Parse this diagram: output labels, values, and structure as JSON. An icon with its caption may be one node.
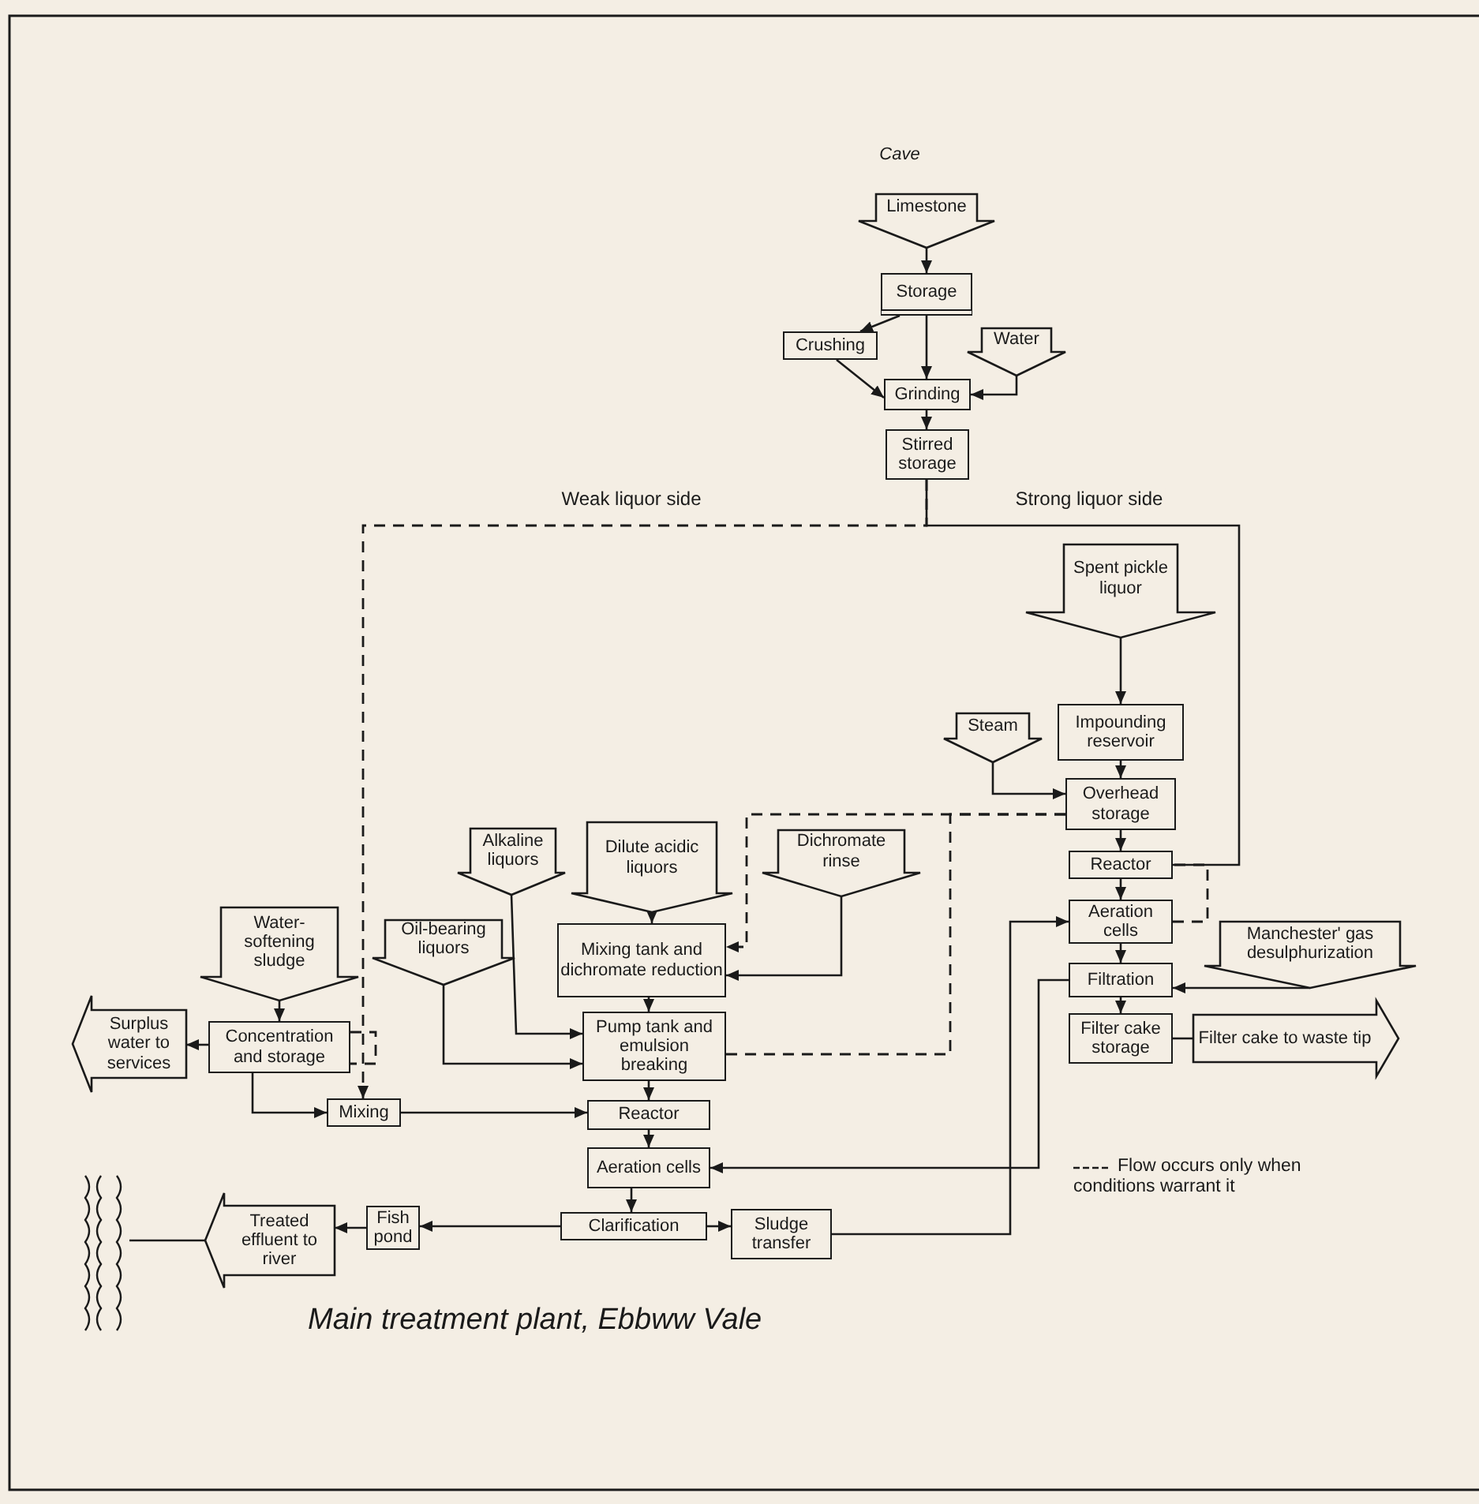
{
  "diagram": {
    "caption": "Main treatment plant, Ebbww Vale",
    "nodes": [
      {
        "text": [
          "Limestone"
        ],
        "beside": [
          "Cave"
        ]
      },
      {
        "text": [
          "Storage"
        ]
      },
      {
        "text": [
          "Crushing"
        ]
      },
      {
        "text": [
          "Water"
        ]
      },
      {
        "text": [
          "Grinding"
        ]
      },
      {
        "text": [
          "Stirred storage"
        ]
      },
      {
        "text": [
          "Spent pickle liquor"
        ]
      },
      {
        "text": [
          "Impounding reservoir"
        ]
      },
      {
        "text": [
          "Steam"
        ]
      },
      {
        "text": [
          "Overhead storage"
        ]
      },
      {
        "text": [
          "Reactor"
        ]
      },
      {
        "text": [
          "Aeration cells"
        ]
      },
      {
        "text": [
          "Filtration"
        ]
      },
      {
        "text": [
          "Manchester' gas desulphurization"
        ]
      },
      {
        "text": [
          "Dichromate rinse"
        ]
      },
      {
        "text": [
          "Alkaline liquors"
        ]
      },
      {
        "text": [
          "Dilute acidic liquors"
        ]
      },
      {
        "text": [
          "Water-softening sludge"
        ]
      },
      {
        "text": [
          "Oil-bearing liquors"
        ]
      },
      {
        "text": [
          "Mixing tank and dichromate reduction"
        ]
      },
      {
        "text": [
          "Surplus water to services"
        ]
      },
      {
        "text": [
          "Concentration and storage"
        ]
      },
      {
        "text": [
          "Pump tank and emulsion breaking"
        ]
      },
      {
        "text": [
          "Mixing"
        ]
      },
      {
        "text": [
          "Reactor"
        ]
      },
      {
        "text": [
          "Aeration cells"
        ]
      },
      {
        "text": [
          "Fish pond"
        ]
      },
      {
        "text": [
          "Treated effluent to river"
        ]
      },
      {
        "text": [
          "Clarification"
        ]
      },
      {
        "text": [
          "Sludge transfer"
        ]
      },
      {
        "text": [],
        "shape": "picture"
      },
      {
        "text": [
          "Filter cake storage"
        ]
      },
      {
        "text": [
          "Filter cake to waste tip"
        ]
      }
    ],
    "edges": [
      {
        "from": 0,
        "to": 1,
        "arrow": "to"
      },
      {
        "from": 1,
        "to": 2,
        "arrow": "to"
      },
      {
        "from": 1,
        "to": 4,
        "arrow": "to"
      },
      {
        "from": 2,
        "to": 4,
        "arrow": "to"
      },
      {
        "from": 3,
        "to": 4,
        "arrow": "to"
      },
      {
        "from": 4,
        "to": 5,
        "arrow": "to"
      },
      {
        "from": 5,
        "to": 23,
        "arrow": "to",
        "label": "Weak liquor side",
        "style": "dashed"
      },
      {
        "from": 5,
        "to": 10,
        "arrow": "none",
        "label": "Strong liquor side"
      },
      {
        "from": 6,
        "to": 7,
        "arrow": "to"
      },
      {
        "from": 7,
        "to": 9,
        "arrow": "to"
      },
      {
        "from": 8,
        "to": 9,
        "arrow": "to"
      },
      {
        "from": 9,
        "to": 10,
        "arrow": "to"
      },
      {
        "from": 9,
        "to": 19,
        "arrow": "to",
        "style": "dashed"
      },
      {
        "from": 9,
        "to": 22,
        "arrow": "none",
        "style": "dashed"
      },
      {
        "from": 10,
        "to": 11,
        "arrow": "to"
      },
      {
        "from": 11,
        "to": 10,
        "arrow": "none",
        "style": "dashed"
      },
      {
        "from": 11,
        "to": 12,
        "arrow": "to"
      },
      {
        "from": 13,
        "to": 12,
        "arrow": "to"
      },
      {
        "from": 12,
        "to": 31,
        "arrow": "to"
      },
      {
        "from": 12,
        "to": 25,
        "arrow": "to"
      },
      {
        "from": 29,
        "to": 11,
        "arrow": "to"
      },
      {
        "from": 31,
        "to": 32,
        "arrow": "none"
      },
      {
        "from": 15,
        "to": 22,
        "arrow": "to"
      },
      {
        "from": 16,
        "to": 19,
        "arrow": "to"
      },
      {
        "from": 14,
        "to": 19,
        "arrow": "to"
      },
      {
        "from": 19,
        "to": 22,
        "arrow": "to"
      },
      {
        "from": 18,
        "to": 22,
        "arrow": "to"
      },
      {
        "from": 17,
        "to": 21,
        "arrow": "to"
      },
      {
        "from": 21,
        "to": 20,
        "arrow": "to"
      },
      {
        "from": 21,
        "to": 21,
        "arrow": "none",
        "style": "dashed"
      },
      {
        "from": 21,
        "to": 23,
        "arrow": "to"
      },
      {
        "from": 23,
        "to": 24,
        "arrow": "to"
      },
      {
        "from": 22,
        "to": 24,
        "arrow": "to"
      },
      {
        "from": 24,
        "to": 25,
        "arrow": "to"
      },
      {
        "from": 25,
        "to": 28,
        "arrow": "to"
      },
      {
        "from": 28,
        "to": 26,
        "arrow": "to"
      },
      {
        "from": 28,
        "to": 29,
        "arrow": "to"
      },
      {
        "from": 26,
        "to": 27,
        "arrow": "to"
      },
      {
        "from": 27,
        "to": 30,
        "arrow": "none"
      }
    ],
    "legend": [
      {
        "text": "Flow occurs only when conditions warrant it"
      }
    ]
  }
}
